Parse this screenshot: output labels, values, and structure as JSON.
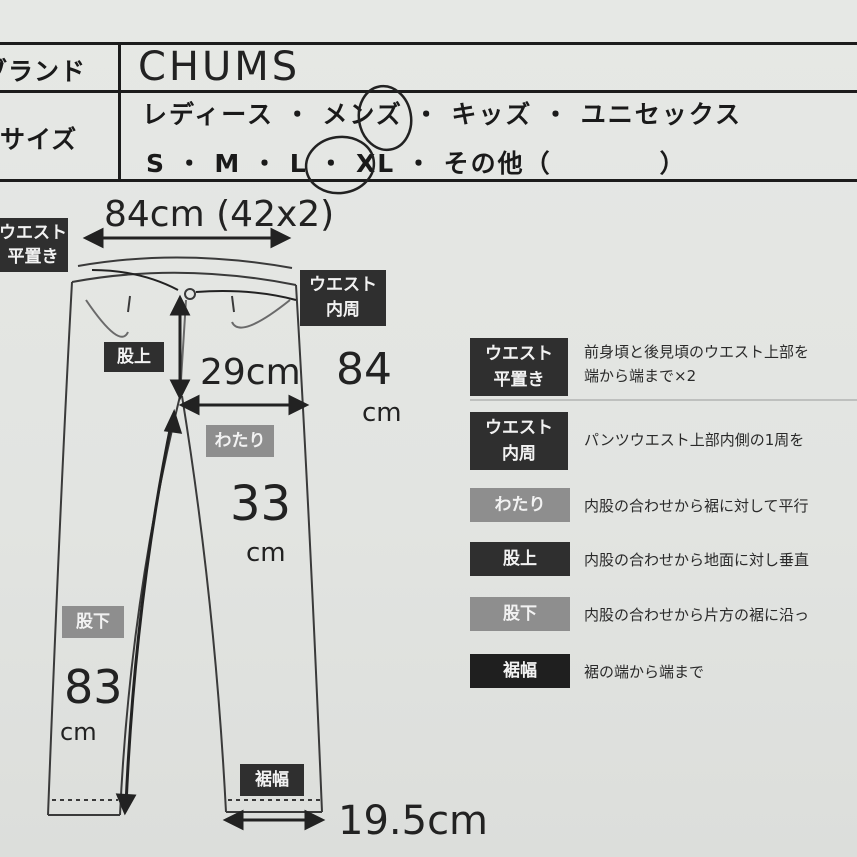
{
  "header": {
    "brand_label": "ブランド",
    "brand_value": "CHUMS",
    "size_label": "サイズ",
    "gender_options": "レディース ・ メンズ ・ キッズ ・ ユニセックス",
    "size_options": "S ・ M ・ L ・ XL ・ その他（　　　　）"
  },
  "diagram": {
    "waist_flat_tag": [
      "ウエスト",
      "平置き"
    ],
    "waist_round_tag": [
      "ウエスト",
      "内周"
    ],
    "rise_tag": "股上",
    "thigh_tag": "わたり",
    "inseam_tag": "股下",
    "hem_tag": "裾幅"
  },
  "measurements": {
    "waist_flat": "84cm (42x2)",
    "rise": "29cm",
    "waist_round": "84",
    "waist_round_unit": "cm",
    "thigh": "33",
    "thigh_unit": "cm",
    "inseam": "83",
    "inseam_unit": "cm",
    "hem": "19.5cm"
  },
  "legend": [
    {
      "tag": [
        "ウエスト",
        "平置き"
      ],
      "text": [
        "前身頃と後見頃のウエスト上部を",
        "端から端まで×2"
      ]
    },
    {
      "tag": [
        "ウエスト",
        "内周"
      ],
      "text": [
        "パンツウエスト上部内側の1周を"
      ]
    },
    {
      "tag": [
        "わたり"
      ],
      "text": [
        "内股の合わせから裾に対して平行"
      ]
    },
    {
      "tag": [
        "股上"
      ],
      "text": [
        "内股の合わせから地面に対し垂直"
      ]
    },
    {
      "tag": [
        "股下"
      ],
      "text": [
        "内股の合わせから片方の裾に沿っ"
      ]
    },
    {
      "tag": [
        "裾幅"
      ],
      "text": [
        "裾の端から端まで"
      ]
    }
  ],
  "colors": {
    "paper": "#e4e6e3",
    "ink": "#1c1c1c",
    "tag_dark": "#2f2f2f",
    "tag_gray": "#8e8e8e"
  }
}
